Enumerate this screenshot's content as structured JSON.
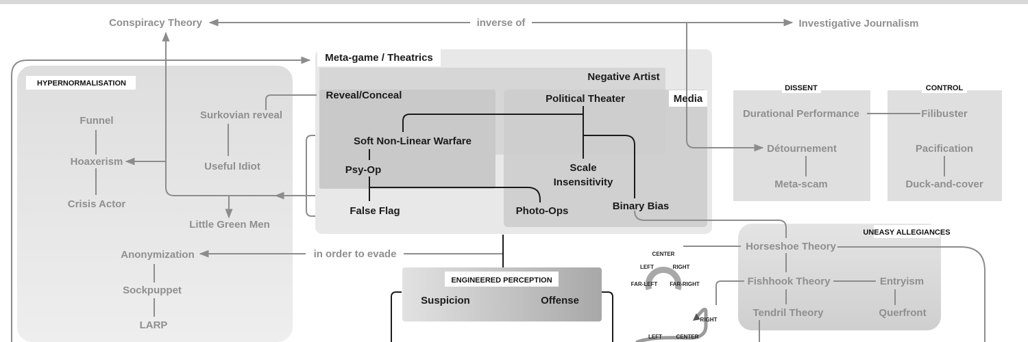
{
  "colors": {
    "background": "#ffffff",
    "box_light": "#e7e7e7",
    "box_mid": "#dadada",
    "box_dark": "#cbcbcb",
    "text_light": "#8f8f8f",
    "text_dark": "#1a1a1a",
    "line_light": "#8c8c8c",
    "line_dark": "#1a1a1a"
  },
  "top": {
    "conspiracy_theory": "Conspiracy Theory",
    "inverse_of": "inverse of",
    "investigative_journalism": "Investigative Journalism"
  },
  "hypernormalisation": {
    "title": "HYPERNORMALISATION",
    "funnel": "Funnel",
    "hoaxerism": "Hoaxerism",
    "crisis_actor": "Crisis Actor",
    "surkovian_reveal": "Surkovian reveal",
    "useful_idiot": "Useful Idiot",
    "little_green_men": "Little Green Men",
    "anonymization": "Anonymization",
    "sockpuppet": "Sockpuppet",
    "larp": "LARP"
  },
  "meta_game": {
    "title": "Meta-game / Theatrics",
    "negative_artist": "Negative Artist",
    "media": "Media",
    "reveal_conceal": "Reveal/Conceal",
    "political_theater": "Political Theater",
    "soft_nonlinear_warfare": "Soft Non-Linear Warfare",
    "psy_op": "Psy-Op",
    "false_flag": "False Flag",
    "scale": "Scale",
    "insensitivity": "Insensitivity",
    "photo_ops": "Photo-Ops",
    "binary_bias": "Binary Bias"
  },
  "in_order_to_evade": "in order to evade",
  "engineered_perception": {
    "title": "ENGINEERED PERCEPTION",
    "suspicion": "Suspicion",
    "offense": "Offense"
  },
  "dissent": {
    "title": "DISSENT",
    "durational_performance": "Durational Performance",
    "detournement": "Détournement",
    "meta_scam": "Meta-scam"
  },
  "control": {
    "title": "CONTROL",
    "filibuster": "Filibuster",
    "pacification": "Pacification",
    "duck_and_cover": "Duck-and-cover"
  },
  "uneasy_allegiances": {
    "title": "UNEASY ALLEGIANCES",
    "horseshoe_theory": "Horseshoe Theory",
    "fishhook_theory": "Fishhook Theory",
    "entryism": "Entryism",
    "tendril_theory": "Tendril Theory",
    "querfront": "Querfront"
  },
  "horseshoe_icon": {
    "center": "CENTER",
    "left": "LEFT",
    "right": "RIGHT",
    "far_left": "FAR-LEFT",
    "far_right": "FAR-RIGHT"
  },
  "fishhook_icon": {
    "right": "RIGHT",
    "left": "LEFT",
    "center": "CENTER"
  }
}
